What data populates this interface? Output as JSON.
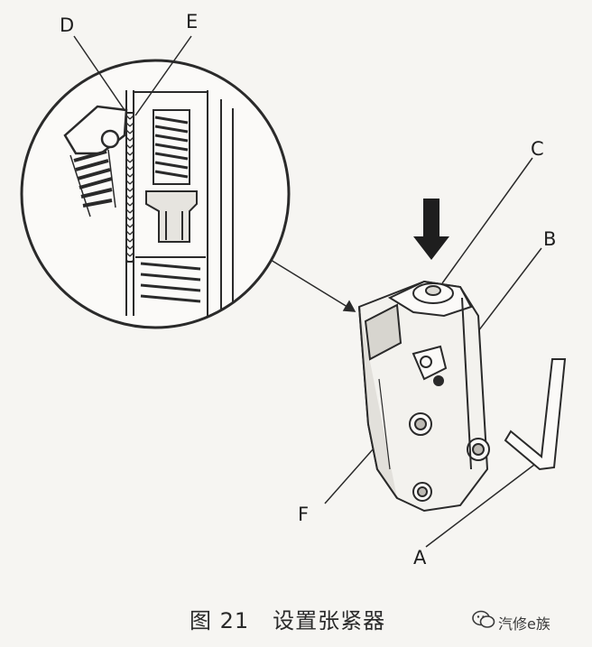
{
  "labels": {
    "D": "D",
    "E": "E",
    "C": "C",
    "B": "B",
    "F": "F",
    "A": "A"
  },
  "caption": {
    "number": "图 21",
    "title": "设置张紧器"
  },
  "watermark": {
    "text": "汽修e族",
    "icon": "wechat-icon"
  },
  "colors": {
    "line": "#2a2a2a",
    "paper": "#f6f5f2",
    "shade": "#c9c7c2"
  }
}
